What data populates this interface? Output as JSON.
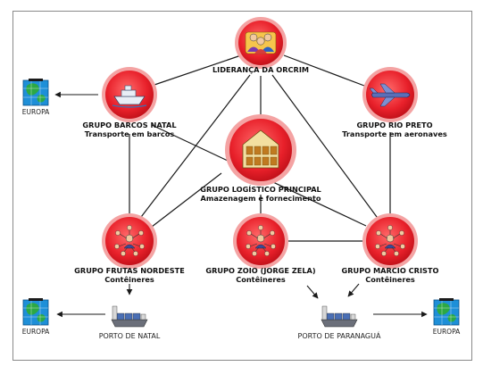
{
  "diagram": {
    "leadership": {
      "title": "LIDERANÇA DA ORCRIM",
      "icon": "people-icon"
    },
    "barcos": {
      "title": "GRUPO BARCOS NATAL",
      "subtitle": "Transporte em barcos",
      "icon": "ship-icon"
    },
    "rio_preto": {
      "title": "GRUPO RIO PRETO",
      "subtitle": "Transporte em aeronaves",
      "icon": "airplane-icon"
    },
    "logistico": {
      "title": "GRUPO LOGÍSTICO PRINCIPAL",
      "subtitle": "Amazenagem e fornecimento",
      "icon": "warehouse-icon"
    },
    "frutas": {
      "title": "GRUPO FRUTAS NORDESTE",
      "subtitle": "Contêineres",
      "icon": "network-people-icon"
    },
    "zoio": {
      "title": "GRUPO ZOIO (JORGE ZELA)",
      "subtitle": "Contêineres",
      "icon": "network-people-icon"
    },
    "marcio": {
      "title": "GRUPO MARCIO CRISTO",
      "subtitle": "Contêineres",
      "icon": "network-people-icon"
    },
    "europa_top": {
      "label": "EUROPA",
      "icon": "globe-icon"
    },
    "europa_left": {
      "label": "EUROPA",
      "icon": "globe-icon"
    },
    "europa_right": {
      "label": "EUROPA",
      "icon": "globe-icon"
    },
    "porto_natal": {
      "label": "PORTO DE NATAL",
      "icon": "cargo-ship-icon"
    },
    "porto_paranagua": {
      "label": "PORTO DE PARANAGUÁ",
      "icon": "cargo-ship-icon"
    }
  },
  "colors": {
    "node_fill": "#e8202a",
    "node_ring": "#f4a3a3",
    "line": "#1a1a1a",
    "globe_ocean": "#1e8fd8",
    "globe_land": "#2ca844"
  }
}
